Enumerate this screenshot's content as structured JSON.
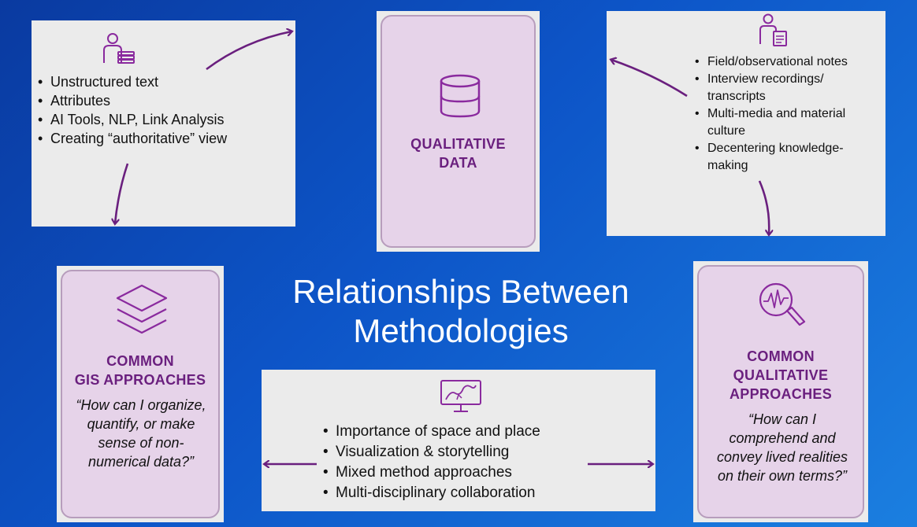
{
  "title": {
    "line1": "Relationships Between",
    "line2": "Methodologies"
  },
  "top_left_box": {
    "icon": "person-with-documents-icon",
    "bullets": [
      "Unstructured text",
      "Attributes",
      "AI Tools, NLP, Link Analysis",
      "Creating “authoritative” view"
    ]
  },
  "qualitative_data_card": {
    "icon": "database-icon",
    "title_line1": "QUALITATIVE",
    "title_line2": "DATA"
  },
  "top_right_box": {
    "icon": "person-with-notepad-icon",
    "bullets": [
      "Field/observational notes",
      "Interview recordings/ transcripts",
      "Multi-media and material culture",
      "Decentering knowledge-making"
    ]
  },
  "gis_card": {
    "icon": "layers-icon",
    "title_line1": "COMMON",
    "title_line2": "GIS APPROACHES",
    "quote": "“How can I organize, quantify, or make sense of non-numerical data?”"
  },
  "qualitative_approaches_card": {
    "icon": "magnifier-waveform-icon",
    "title_line1": "COMMON",
    "title_line2": "QUALITATIVE",
    "title_line3": "APPROACHES",
    "quote": "“How can I comprehend and convey lived realities on their own terms?”"
  },
  "bottom_center_box": {
    "icon": "map-monitor-icon",
    "bullets": [
      "Importance of space and place",
      "Visualization &  storytelling",
      "Mixed method approaches",
      "Multi-disciplinary collaboration"
    ]
  },
  "colors": {
    "background": "#0d55c8",
    "card_purple": "#e6d3e9",
    "accent_purple": "#6a1f7e",
    "box_grey": "#ebebeb"
  }
}
